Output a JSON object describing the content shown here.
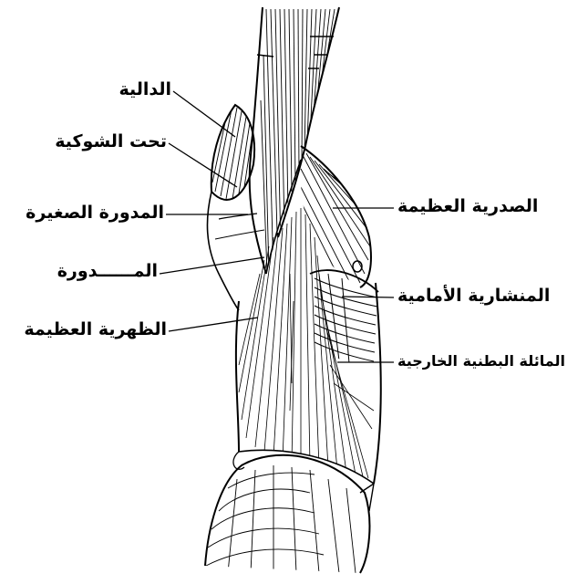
{
  "labels": {
    "deltoid": "الدالية",
    "infraspinatus": "تحت الشوكية",
    "teres_minor": "المدورة الصغيرة",
    "teres_major": "المــــــدورة",
    "latissimus_dorsi": "الظهرية العظيمة",
    "pectoralis_major": "الصدرية العظيمة",
    "serratus_anterior": "المنشارية الأمامية",
    "external_oblique": "المائلة البطنية الخارجية"
  },
  "colors": {
    "ink": "#000000",
    "background": "#ffffff"
  }
}
